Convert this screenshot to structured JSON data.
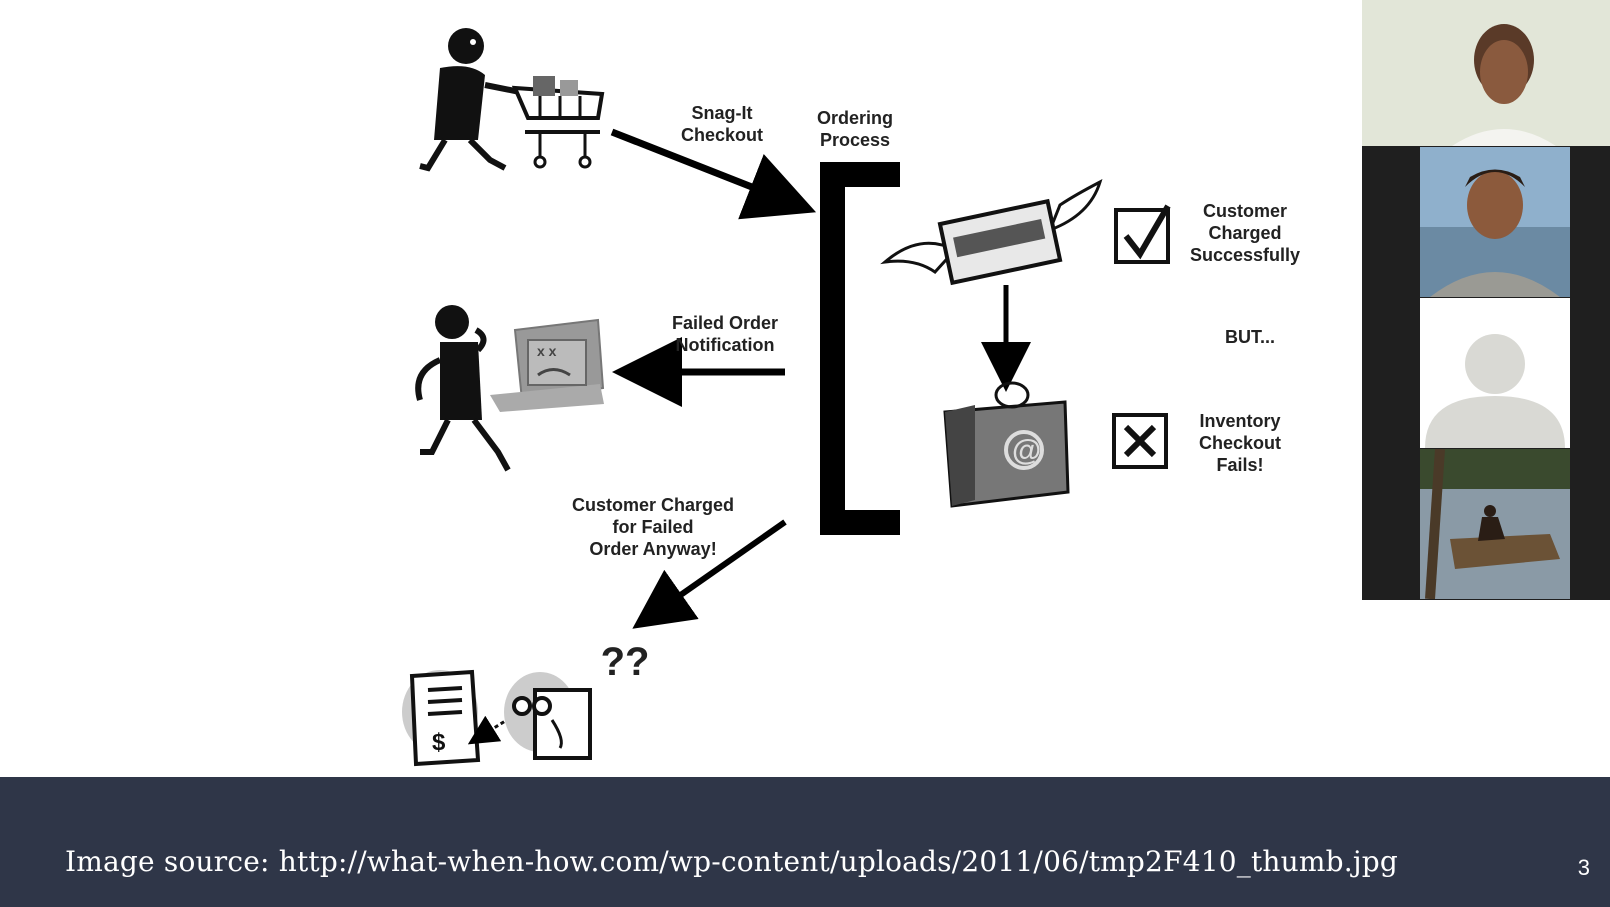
{
  "diagram": {
    "labels": {
      "snagit_checkout": "Snag-It\nCheckout",
      "ordering_process": "Ordering\nProcess",
      "customer_charged": "Customer\nCharged\nSuccessfully",
      "but": "BUT...",
      "inventory_fails": "Inventory\nCheckout\nFails!",
      "failed_notification": "Failed Order\nNotification",
      "charged_anyway": "Customer Charged\nfor Failed\nOrder Anyway!",
      "question_marks": "??"
    }
  },
  "footer": {
    "image_source": "Image source: http://what-when-how.com/wp-content/uploads/2011/06/tmp2F410_thumb.jpg",
    "slide_number": "3"
  },
  "participants": {
    "count_visible": 4
  },
  "colors": {
    "footer_bg": "#2f3648",
    "panel_bg": "#1f1f1f"
  }
}
